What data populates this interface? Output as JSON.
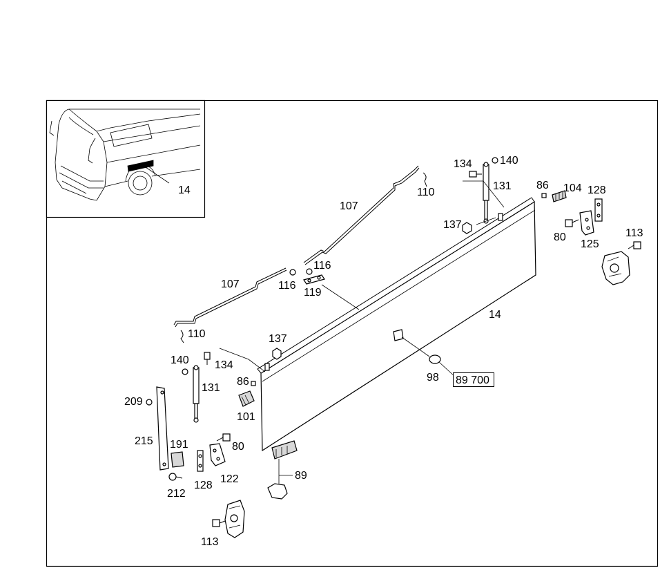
{
  "labels": {
    "inset_14": "14",
    "rod_107_upper": "107",
    "clip_110_upper": "110",
    "bolt_134_upper": "134",
    "washer_140_upper": "140",
    "strut_131_upper": "131",
    "nut_137_upper": "137",
    "bump_86_upper": "86",
    "latch_104": "104",
    "plate_128_right": "128",
    "bolt_80_right": "80",
    "hinge_125": "125",
    "bolt_113_right": "113",
    "nut_116_right": "116",
    "nut_116_left": "116",
    "link_119": "119",
    "rod_107_lower": "107",
    "panel_14": "14",
    "clip_110_lower": "110",
    "nut_137_lower": "137",
    "washer_140_lower": "140",
    "bolt_134_lower": "134",
    "bump_86_lower": "86",
    "strut_131_lower": "131",
    "ring_98": "98",
    "ref_89700": "89 700",
    "nut_209": "209",
    "latch_101": "101",
    "bar_215": "215",
    "bolt_80_lower": "80",
    "bracket_191": "191",
    "seal_89": "89",
    "hinge_122": "122",
    "plate_128_lower": "128",
    "screw_212": "212",
    "bolt_113_lower": "113"
  }
}
